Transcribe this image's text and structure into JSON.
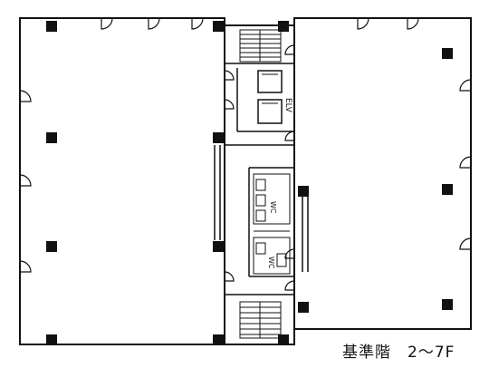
{
  "floor_plan": {
    "caption": "基準階　2～7F",
    "room_labels": {
      "elevator": "ELV",
      "wc_upper": "WC",
      "wc_lower": "WC"
    },
    "colors": {
      "wall": "#111111",
      "column": "#111111",
      "background": "#ffffff"
    }
  }
}
